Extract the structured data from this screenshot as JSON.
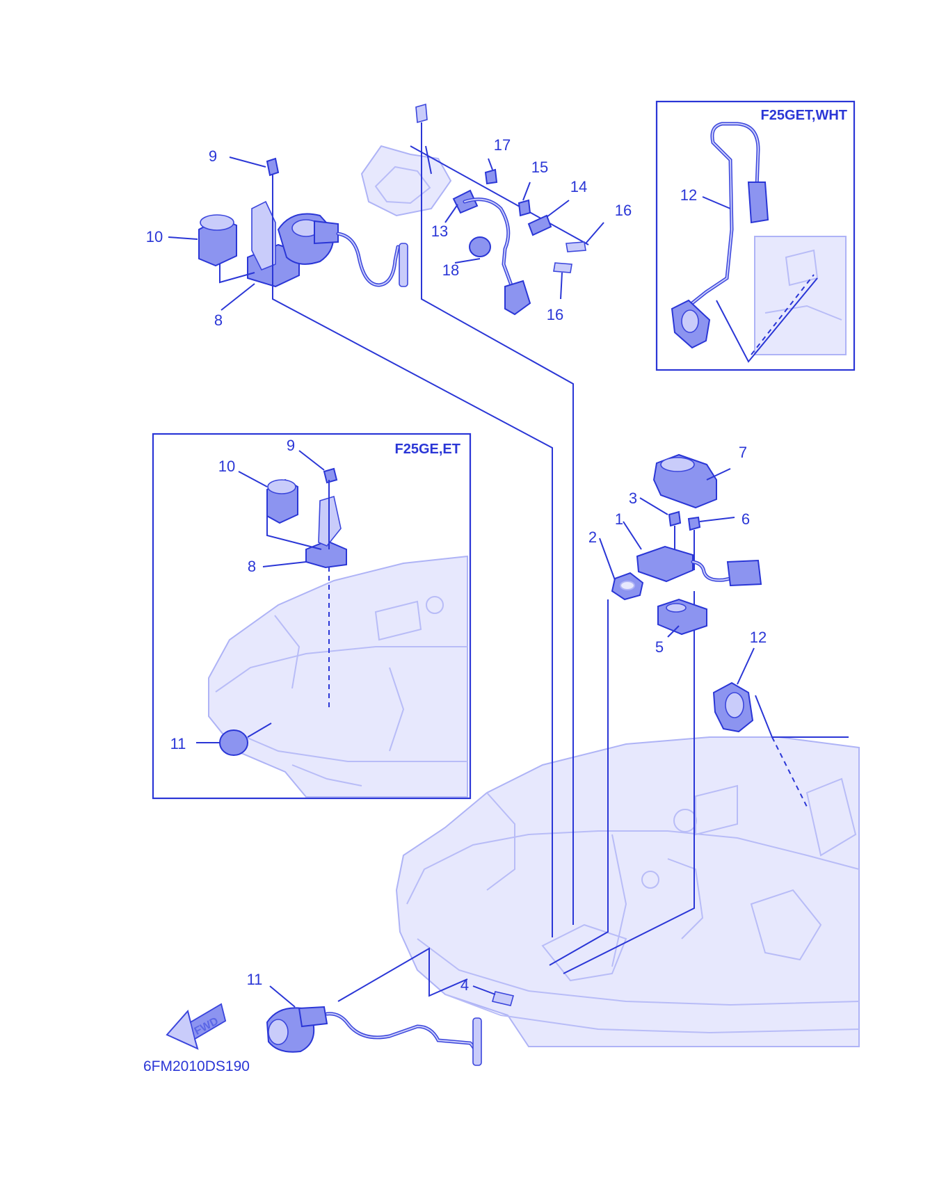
{
  "diagram": {
    "colors": {
      "line": "#2a36d6",
      "part_fill": "#8c94f0",
      "light_fill": "#c9ccfa",
      "ghost_fill": "#e7e8fd",
      "background": "#ffffff"
    },
    "inset_right": {
      "title": "F25GET,WHT",
      "labels": [
        "12"
      ]
    },
    "inset_left": {
      "title": "F25GE,ET",
      "labels": [
        "9",
        "10",
        "8",
        "11"
      ]
    },
    "main_labels": [
      "9",
      "10",
      "8",
      "17",
      "15",
      "14",
      "16",
      "13",
      "18",
      "16",
      "7",
      "3",
      "6",
      "1",
      "2",
      "5",
      "12",
      "4",
      "11"
    ],
    "fwd_label": "FWD",
    "diagram_code": "6FM2010DS190"
  }
}
